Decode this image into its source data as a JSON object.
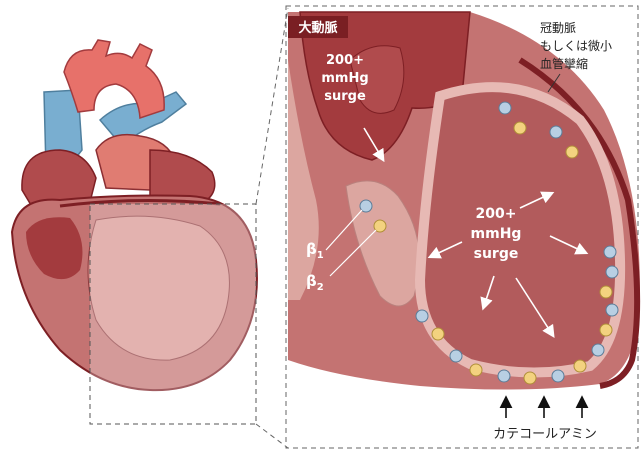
{
  "labels": {
    "aorta": "大動脈",
    "surge_top": [
      "200+",
      "mmHg",
      "surge"
    ],
    "surge_center": [
      "200+",
      "mmHg",
      "surge"
    ],
    "vasospasm": [
      "冠動脈",
      "もしくは微小",
      "血管攣縮"
    ],
    "beta1": {
      "base": "β",
      "sub": "1"
    },
    "beta2": {
      "base": "β",
      "sub": "2"
    },
    "catecholamine": "カテコールアミン"
  },
  "colors": {
    "myocardium_outer": "#c47372",
    "myocardium_light": "#dca6a0",
    "cavity": "#b25b5c",
    "aorta_red": "#a33b3e",
    "vein_blue": "#79aed0",
    "epicardium_dark": "#7d1f24",
    "beta1_receptor": "#b8cfe3",
    "beta2_receptor": "#f3d27f",
    "label_box": "#7a1f23"
  }
}
